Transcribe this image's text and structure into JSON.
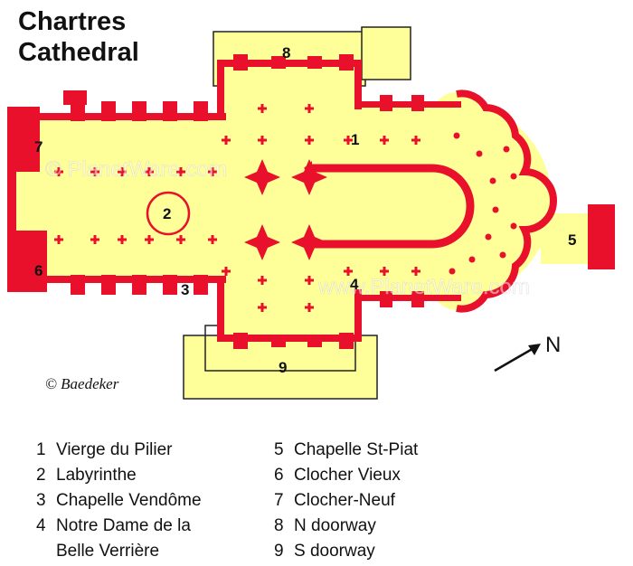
{
  "title": {
    "line1": "Chartres",
    "line2": "Cathedral"
  },
  "watermark": "© PlanetWare.com",
  "watermark_short": "www.PlanetWare.com",
  "copyright": "© Baedeker",
  "compass": {
    "label": "N"
  },
  "callouts": [
    "1",
    "2",
    "3",
    "4",
    "5",
    "6",
    "7",
    "8",
    "9"
  ],
  "legend": [
    {
      "num": "1",
      "text": "Vierge du Pilier"
    },
    {
      "num": "2",
      "text": "Labyrinthe"
    },
    {
      "num": "3",
      "text": "Chapelle Vendôme"
    },
    {
      "num": "4",
      "text": "Notre Dame de la"
    },
    {
      "num": "",
      "text": "Belle Verrière"
    },
    {
      "num": "5",
      "text": "Chapelle St-Piat"
    },
    {
      "num": "6",
      "text": "Clocher Vieux"
    },
    {
      "num": "7",
      "text": "Clocher-Neuf"
    },
    {
      "num": "8",
      "text": "N doorway"
    },
    {
      "num": "9",
      "text": "S doorway"
    }
  ],
  "colors": {
    "floor": "#ffff99",
    "wall": "#e8102a",
    "ink": "#111111",
    "background": "#ffffff"
  }
}
